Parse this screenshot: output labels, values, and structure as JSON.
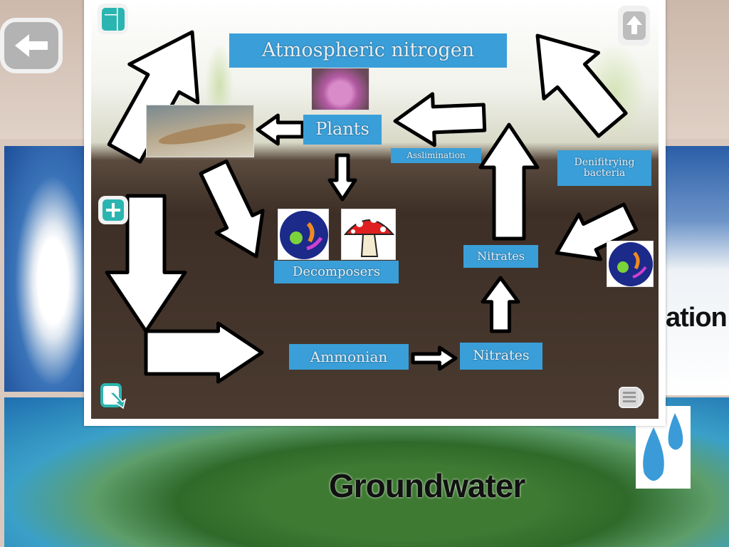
{
  "background": {
    "right_caption": "ation",
    "bottom_caption": "Groundwater"
  },
  "diagram": {
    "title": "Atmospheric nitrogen",
    "labels": {
      "plants": "Plants",
      "assimilation": "Asslimination",
      "denitrifying": "Denifitrying bacteria",
      "decomposers": "Decomposers",
      "nitrates_upper": "Nitrates",
      "ammonian": "Ammonian",
      "nitrates_lower": "Nitrates"
    }
  },
  "icons": {
    "back": "arrow-left-icon",
    "layout": "layout-icon",
    "upload": "arrow-up-icon",
    "add": "plus-icon",
    "export": "export-icon",
    "trash": "trash-icon"
  },
  "colors": {
    "label_bg": "#3a9fd8",
    "accent": "#2bb5b0"
  }
}
